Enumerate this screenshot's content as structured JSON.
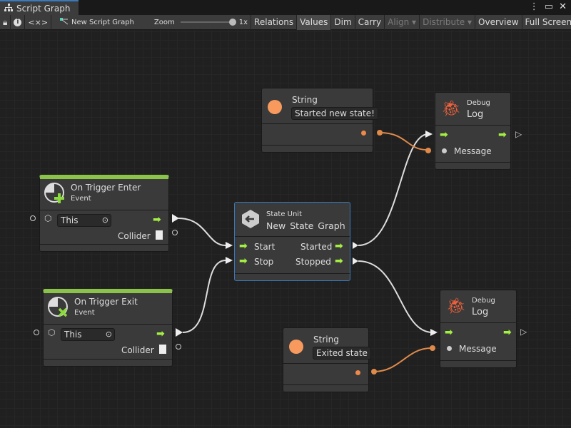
{
  "window": {
    "tab_title": "Script Graph",
    "tab_icon": "hierarchy-icon",
    "menu_icon": "kebab-menu-icon",
    "maximize_icon": "maximize-icon",
    "close_icon": "close-icon"
  },
  "toolbar": {
    "lock_icon": "lock-icon",
    "info_icon": "info-icon",
    "var_icon": "<×>",
    "graph_name": "New Script Graph",
    "zoom_label": "Zoom",
    "zoom_value": "1x",
    "zoom_level": 1.0,
    "buttons": [
      {
        "label": "Relations"
      },
      {
        "label": "Values",
        "active": true
      },
      {
        "label": "Dim"
      },
      {
        "label": "Carry"
      },
      {
        "label": "Align ▾",
        "disabled": true
      },
      {
        "label": "Distribute ▾",
        "disabled": true
      },
      {
        "label": "Overview"
      },
      {
        "label": "Full Screen"
      }
    ]
  },
  "nodes": {
    "string1": {
      "title": "String",
      "value": "Started new state!"
    },
    "string2": {
      "title": "String",
      "value": "Exited state"
    },
    "log1": {
      "category": "Debug",
      "title": "Log",
      "port": "Message"
    },
    "log2": {
      "category": "Debug",
      "title": "Log",
      "port": "Message"
    },
    "enter": {
      "title": "On Trigger Enter",
      "subtitle": "Event",
      "target": "This",
      "output": "Collider",
      "accent": "#8bc34a"
    },
    "exit": {
      "title": "On Trigger Exit",
      "subtitle": "Event",
      "target": "This",
      "output": "Collider",
      "accent": "#8bc34a"
    },
    "state": {
      "category": "State Unit",
      "title": "New State Graph",
      "in1": "Start",
      "in2": "Stop",
      "out1": "Started",
      "out2": "Stopped"
    }
  },
  "colors": {
    "flow": "#a4f042",
    "string_port": "#f0884a",
    "selection": "#3a79bb",
    "bug": "#f0603a"
  }
}
